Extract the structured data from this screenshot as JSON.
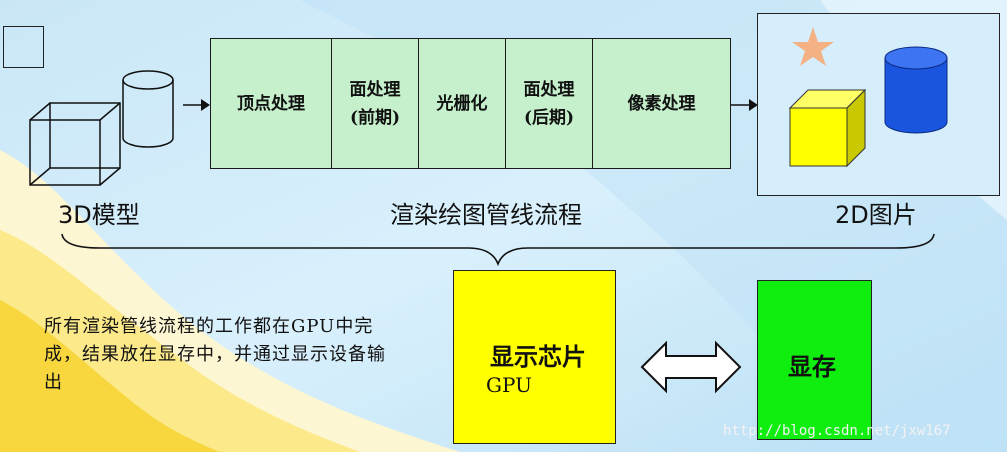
{
  "pipeline": {
    "stages": [
      {
        "line1": "顶点处理",
        "line2": ""
      },
      {
        "line1": "面处理",
        "line2": "(前期)"
      },
      {
        "line1": "光栅化",
        "line2": ""
      },
      {
        "line1": "面处理",
        "line2": "(后期)"
      },
      {
        "line1": "像素处理",
        "line2": ""
      }
    ],
    "input_label": "3D模型",
    "caption": "渲染绘图管线流程",
    "output_label": "2D图片"
  },
  "description": "所有渲染管线流程的工作都在GPU中完成，结果放在显存中，并通过显示设备输出",
  "gpu": {
    "title": "显示芯片",
    "subtitle": "GPU"
  },
  "memory": {
    "title": "显存"
  },
  "colors": {
    "stage_fill": "#c5f0cb",
    "gpu_fill": "#ffff00",
    "memory_fill": "#10ee10",
    "cube_fill": "#ffff00",
    "cylinder_fill": "#1a55e0",
    "star_fill": "#f4b183"
  },
  "watermark": "http://blog.csdn.net/jxw167"
}
